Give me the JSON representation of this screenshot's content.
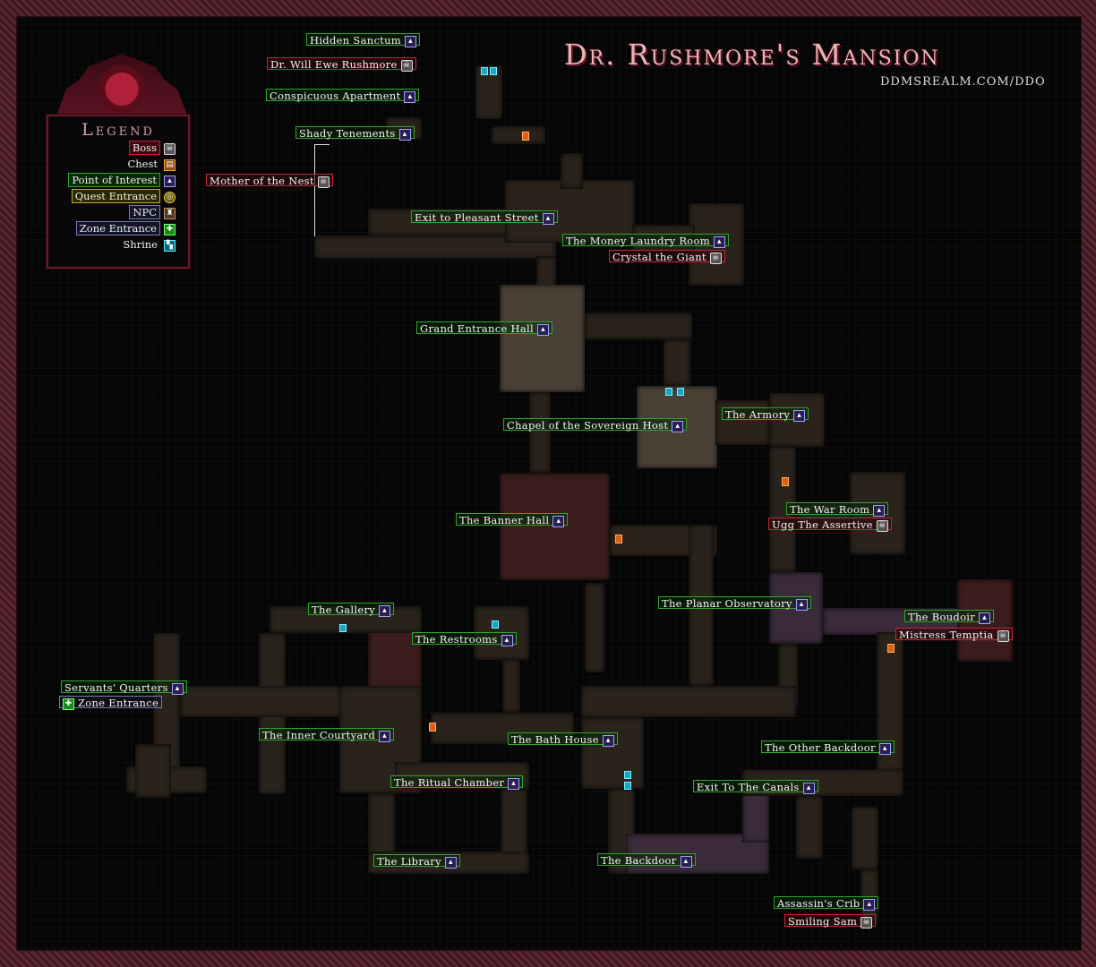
{
  "title": "Dr. Rushmore's Mansion",
  "subtitle": "ddmsrealm.com/ddo",
  "legend": {
    "title": "Legend",
    "items": [
      {
        "label": "Boss",
        "kind": "boss",
        "glyph": "☠"
      },
      {
        "label": "Chest",
        "kind": "chest",
        "glyph": "▤"
      },
      {
        "label": "Point of Interest",
        "kind": "poi",
        "glyph": "▴"
      },
      {
        "label": "Quest Entrance",
        "kind": "quest",
        "glyph": "◎"
      },
      {
        "label": "NPC",
        "kind": "npc",
        "glyph": "♜"
      },
      {
        "label": "Zone Entrance",
        "kind": "zone",
        "glyph": "✚"
      },
      {
        "label": "Shrine",
        "kind": "shrine",
        "glyph": "▚"
      }
    ]
  },
  "places": [
    {
      "label": "Hidden Sanctum",
      "kind": "poi"
    },
    {
      "label": "Dr. Will Ewe Rushmore",
      "kind": "boss"
    },
    {
      "label": "Conspicuous Apartment",
      "kind": "poi"
    },
    {
      "label": "Shady Tenements",
      "kind": "poi"
    },
    {
      "label": "Mother of the Nest",
      "kind": "boss"
    },
    {
      "label": "Exit to Pleasant Street",
      "kind": "poi"
    },
    {
      "label": "The Money Laundry Room",
      "kind": "poi"
    },
    {
      "label": "Crystal the Giant",
      "kind": "boss"
    },
    {
      "label": "Grand Entrance Hall",
      "kind": "poi"
    },
    {
      "label": "Chapel of the Sovereign Host",
      "kind": "poi"
    },
    {
      "label": "The Armory",
      "kind": "poi"
    },
    {
      "label": "The War Room",
      "kind": "poi"
    },
    {
      "label": "Ugg The Assertive",
      "kind": "boss"
    },
    {
      "label": "The Banner Hall",
      "kind": "poi"
    },
    {
      "label": "The Planar Observatory",
      "kind": "poi"
    },
    {
      "label": "The Boudoir",
      "kind": "poi"
    },
    {
      "label": "Mistress Temptia",
      "kind": "boss"
    },
    {
      "label": "The Gallery",
      "kind": "poi"
    },
    {
      "label": "The Restrooms",
      "kind": "poi"
    },
    {
      "label": "Servants' Quarters",
      "kind": "poi"
    },
    {
      "label": "Zone Entrance",
      "kind": "zone"
    },
    {
      "label": "The Inner Courtyard",
      "kind": "poi"
    },
    {
      "label": "The Bath House",
      "kind": "poi"
    },
    {
      "label": "The Other Backdoor",
      "kind": "poi"
    },
    {
      "label": "The Ritual Chamber",
      "kind": "poi"
    },
    {
      "label": "Exit To The Canals",
      "kind": "poi"
    },
    {
      "label": "The Library",
      "kind": "poi"
    },
    {
      "label": "The Backdoor",
      "kind": "poi"
    },
    {
      "label": "Assassin's Crib",
      "kind": "poi"
    },
    {
      "label": "Smiling Sam",
      "kind": "boss"
    }
  ],
  "colors": {
    "frame": "#5a2832",
    "poi_border": "#2fa52f",
    "boss_border": "#c0283a",
    "chest_marker": "#e06010",
    "shrine_marker": "#1aa6c0"
  }
}
